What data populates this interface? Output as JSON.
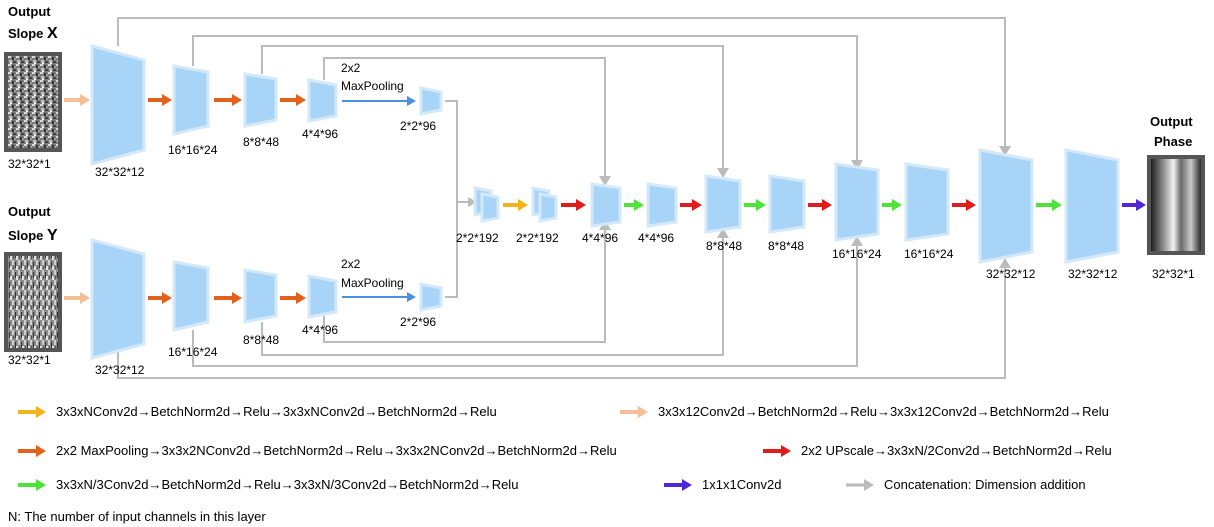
{
  "inputs": {
    "x": {
      "title_line1": "Output",
      "title_line2": "Slope",
      "axis": "X",
      "dims": "32*32*1"
    },
    "y": {
      "title_line1": "Output",
      "title_line2": "Slope",
      "axis": "Y",
      "dims": "32*32*1"
    }
  },
  "output": {
    "title_line1": "Output",
    "title_line2": "Phase",
    "dims": "32*32*1"
  },
  "encoder_top": [
    "32*32*12",
    "16*16*24",
    "8*8*48",
    "4*4*96",
    "2*2*96"
  ],
  "encoder_bottom": [
    "32*32*12",
    "16*16*24",
    "8*8*48",
    "4*4*96",
    "2*2*96"
  ],
  "maxpool_label": {
    "line1": "2x2",
    "line2": "MaxPooling"
  },
  "decoder": [
    "2*2*192",
    "2*2*192",
    "4*4*96",
    "4*4*96",
    "8*8*48",
    "8*8*48",
    "16*16*24",
    "16*16*24",
    "32*32*12",
    "32*32*12"
  ],
  "colors": {
    "yellow": "#F5B21A",
    "peach": "#F6BE96",
    "orange": "#E2611C",
    "red": "#E21B1B",
    "green": "#4FE23A",
    "purple": "#5028D8",
    "gray": "#BBBBBB",
    "blue_arrow": "#4B8FE0",
    "block_fill": "#A8D4F8",
    "block_border": "#D3E9F9"
  },
  "legend": [
    {
      "color": "yellow",
      "text": "3x3xNConv2d→BetchNorm2d→Relu→3x3xNConv2d→BetchNorm2d→Relu"
    },
    {
      "color": "peach",
      "text": "3x3x12Conv2d→BetchNorm2d→Relu→3x3x12Conv2d→BetchNorm2d→Relu"
    },
    {
      "color": "orange",
      "text": "2x2 MaxPooling→3x3x2NConv2d→BetchNorm2d→Relu→3x3x2NConv2d→BetchNorm2d→Relu"
    },
    {
      "color": "red",
      "text": "2x2 UPscale→3x3xN/2Conv2d→BetchNorm2d→Relu"
    },
    {
      "color": "green",
      "text": "3x3xN/3Conv2d→BetchNorm2d→Relu→3x3xN/3Conv2d→BetchNorm2d→Relu"
    },
    {
      "color": "purple",
      "text": "1x1x1Conv2d"
    },
    {
      "color": "gray",
      "text": "Concatenation: Dimension addition"
    }
  ],
  "note": "N:  The number of input channels in this layer"
}
